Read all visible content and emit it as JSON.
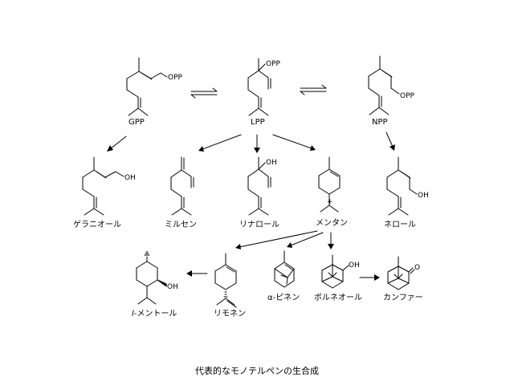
{
  "caption": "代表的なモノテルペンの生合成",
  "compounds": {
    "gpp": "GPP",
    "lpp": "LPP",
    "npp": "NPP",
    "geraniol": "ゲラニオール",
    "myrcene": "ミルセン",
    "linalool": "リナロール",
    "menthane": "メンタン",
    "nerol": "ネロール",
    "menthol_prefix": "l",
    "menthol": "-メントール",
    "limonene": "リモネン",
    "pinene": "α-ピネン",
    "borneol": "ボルネオール",
    "camphor": "カンファー"
  },
  "atoms": {
    "opp": "OPP",
    "oh": "OH",
    "o": "O",
    "cation": "+"
  }
}
